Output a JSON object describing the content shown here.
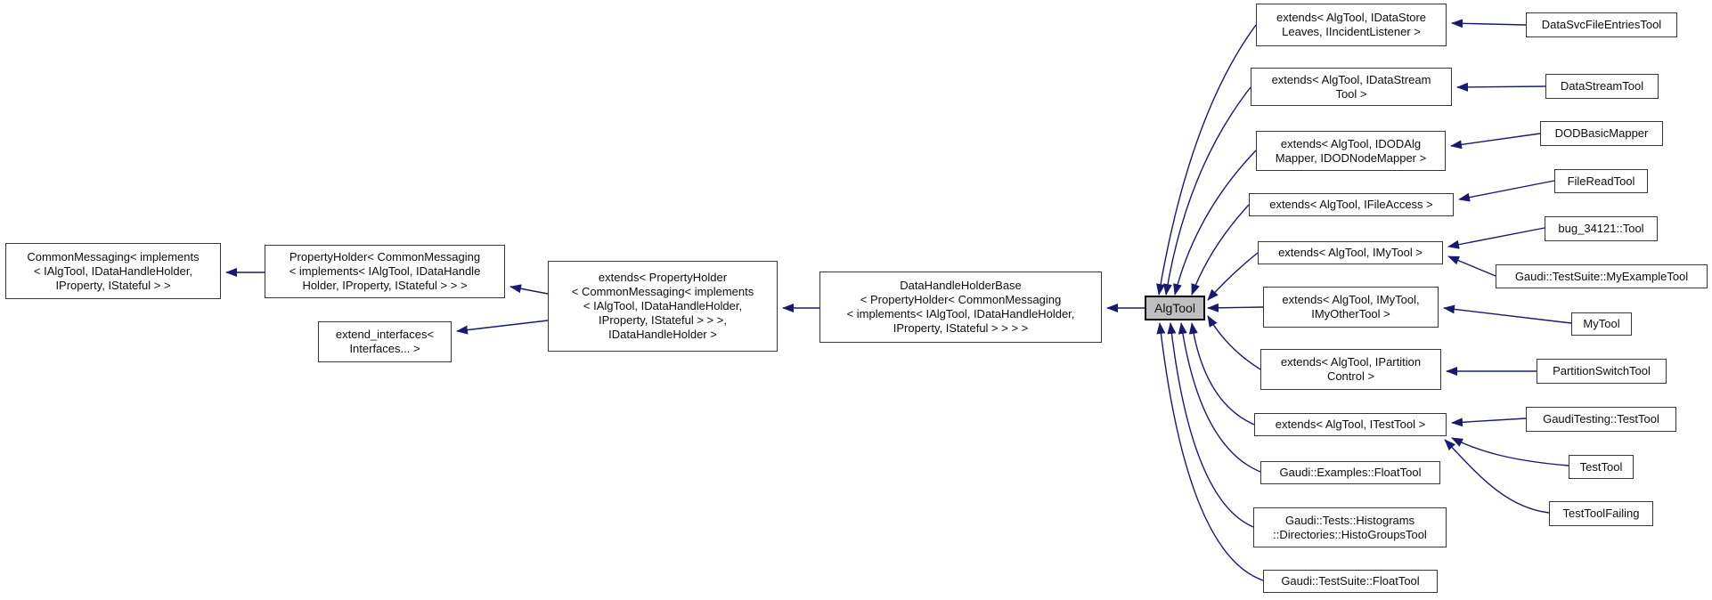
{
  "diagram": {
    "kind": "class-inheritance-graph",
    "focus_class": "AlgTool"
  },
  "colors": {
    "edge": "#191970",
    "node_background": "#ffffff",
    "node_border": "#353535",
    "focus_background": "#bfbfbf",
    "focus_border": "#000000",
    "text": "#0d0d0d"
  },
  "nodes": [
    {
      "id": "common",
      "label": "CommonMessaging< implements\n< IAlgTool, IDataHandleHolder,\nIProperty, IStateful > >",
      "focus": false
    },
    {
      "id": "propholder",
      "label": "PropertyHolder< CommonMessaging\n< implements< IAlgTool, IDataHandle\nHolder, IProperty, IStateful > > >",
      "focus": false
    },
    {
      "id": "extintf",
      "label": "extend_interfaces<\nInterfaces... >",
      "focus": false
    },
    {
      "id": "extprop",
      "label": "extends< PropertyHolder\n< CommonMessaging< implements\n< IAlgTool, IDataHandleHolder,\nIProperty, IStateful > > >,\nIDataHandleHolder >",
      "focus": false
    },
    {
      "id": "dhhb",
      "label": "DataHandleHolderBase\n< PropertyHolder< CommonMessaging\n< implements< IAlgTool, IDataHandleHolder,\nIProperty, IStateful > > > >",
      "focus": false
    },
    {
      "id": "algtool",
      "label": "AlgTool",
      "focus": true
    },
    {
      "id": "ext_datastore",
      "label": "extends< AlgTool, IDataStore\nLeaves, IIncidentListener >",
      "focus": false
    },
    {
      "id": "ext_datastream",
      "label": "extends< AlgTool, IDataStream\nTool >",
      "focus": false
    },
    {
      "id": "ext_dod",
      "label": "extends< AlgTool, IDODAlg\nMapper, IDODNodeMapper >",
      "focus": false
    },
    {
      "id": "ext_fileaccess",
      "label": "extends< AlgTool, IFileAccess >",
      "focus": false
    },
    {
      "id": "ext_imytool",
      "label": "extends< AlgTool, IMyTool >",
      "focus": false
    },
    {
      "id": "ext_imytool2",
      "label": "extends< AlgTool, IMyTool,\nIMyOtherTool >",
      "focus": false
    },
    {
      "id": "ext_ipartition",
      "label": "extends< AlgTool, IPartition\nControl >",
      "focus": false
    },
    {
      "id": "ext_itesttool",
      "label": "extends< AlgTool, ITestTool >",
      "focus": false
    },
    {
      "id": "floattool_examples",
      "label": "Gaudi::Examples::FloatTool",
      "focus": false
    },
    {
      "id": "histogroups",
      "label": "Gaudi::Tests::Histograms\n::Directories::HistoGroupsTool",
      "focus": false
    },
    {
      "id": "floattool_testsuite",
      "label": "Gaudi::TestSuite::FloatTool",
      "focus": false
    },
    {
      "id": "datasvcfileentries",
      "label": "DataSvcFileEntriesTool",
      "focus": false
    },
    {
      "id": "datastreamtool",
      "label": "DataStreamTool",
      "focus": false
    },
    {
      "id": "dodbasicmapper",
      "label": "DODBasicMapper",
      "focus": false
    },
    {
      "id": "filereadtool",
      "label": "FileReadTool",
      "focus": false
    },
    {
      "id": "bugtool",
      "label": "bug_34121::Tool",
      "focus": false
    },
    {
      "id": "myexampletool",
      "label": "Gaudi::TestSuite::MyExampleTool",
      "focus": false
    },
    {
      "id": "mytool",
      "label": "MyTool",
      "focus": false
    },
    {
      "id": "partitionswitchtool",
      "label": "PartitionSwitchTool",
      "focus": false
    },
    {
      "id": "gauditesting_testtool",
      "label": "GaudiTesting::TestTool",
      "focus": false
    },
    {
      "id": "testtool",
      "label": "TestTool",
      "focus": false
    },
    {
      "id": "testtoolfailing",
      "label": "TestToolFailing",
      "focus": false
    }
  ],
  "edges": [
    {
      "from": "propholder",
      "to": "common"
    },
    {
      "from": "extprop",
      "to": "propholder"
    },
    {
      "from": "extprop",
      "to": "extintf"
    },
    {
      "from": "dhhb",
      "to": "extprop"
    },
    {
      "from": "algtool",
      "to": "dhhb"
    },
    {
      "from": "ext_datastore",
      "to": "algtool"
    },
    {
      "from": "ext_datastream",
      "to": "algtool"
    },
    {
      "from": "ext_dod",
      "to": "algtool"
    },
    {
      "from": "ext_fileaccess",
      "to": "algtool"
    },
    {
      "from": "ext_imytool",
      "to": "algtool"
    },
    {
      "from": "ext_imytool2",
      "to": "algtool"
    },
    {
      "from": "ext_ipartition",
      "to": "algtool"
    },
    {
      "from": "ext_itesttool",
      "to": "algtool"
    },
    {
      "from": "floattool_examples",
      "to": "algtool"
    },
    {
      "from": "histogroups",
      "to": "algtool"
    },
    {
      "from": "floattool_testsuite",
      "to": "algtool"
    },
    {
      "from": "datasvcfileentries",
      "to": "ext_datastore"
    },
    {
      "from": "datastreamtool",
      "to": "ext_datastream"
    },
    {
      "from": "dodbasicmapper",
      "to": "ext_dod"
    },
    {
      "from": "filereadtool",
      "to": "ext_fileaccess"
    },
    {
      "from": "bugtool",
      "to": "ext_imytool"
    },
    {
      "from": "myexampletool",
      "to": "ext_imytool"
    },
    {
      "from": "mytool",
      "to": "ext_imytool2"
    },
    {
      "from": "partitionswitchtool",
      "to": "ext_ipartition"
    },
    {
      "from": "gauditesting_testtool",
      "to": "ext_itesttool"
    },
    {
      "from": "testtool",
      "to": "ext_itesttool"
    },
    {
      "from": "testtoolfailing",
      "to": "ext_itesttool"
    }
  ]
}
